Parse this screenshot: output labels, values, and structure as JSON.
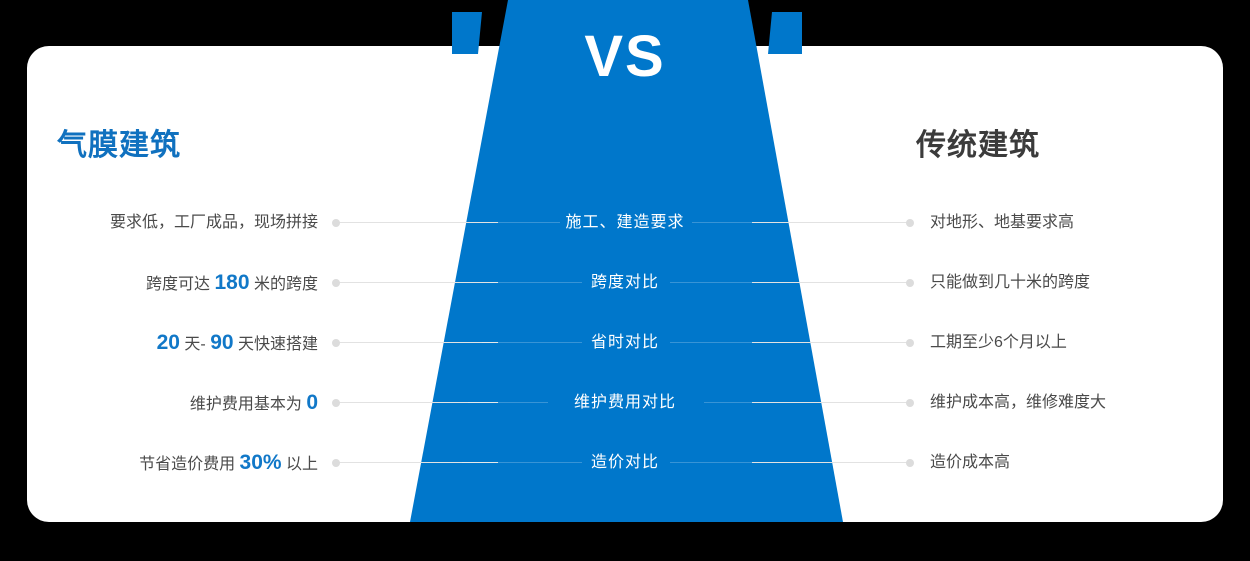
{
  "center": {
    "vs_label": "VS",
    "blue": "#0077cb"
  },
  "columns": {
    "left": {
      "title": "气膜建筑",
      "color": "#1071bf"
    },
    "right": {
      "title": "传统建筑",
      "color": "#3b3b3b"
    }
  },
  "rows": [
    {
      "left_pre": "要求低，工厂成品，现场拼接",
      "left_highlight": "",
      "left_post": "",
      "center": "施工、建造要求",
      "right": "对地形、地基要求高"
    },
    {
      "left_pre": "跨度可达 ",
      "left_highlight": "180",
      "left_post": " 米的跨度",
      "center": "跨度对比",
      "right": "只能做到几十米的跨度"
    },
    {
      "left_pre": "",
      "left_highlight": "20",
      "left_post": " 天- ",
      "left_highlight2": "90",
      "left_post2": " 天快速搭建",
      "center": "省时对比",
      "right": "工期至少6个月以上"
    },
    {
      "left_pre": "维护费用基本为 ",
      "left_highlight": "0",
      "left_post": "",
      "center": "维护费用对比",
      "right": "维护成本高，维修难度大"
    },
    {
      "left_pre": "节省造价费用 ",
      "left_highlight": "30%",
      "left_post": " 以上",
      "center": "造价对比",
      "right": "造价成本高"
    }
  ]
}
